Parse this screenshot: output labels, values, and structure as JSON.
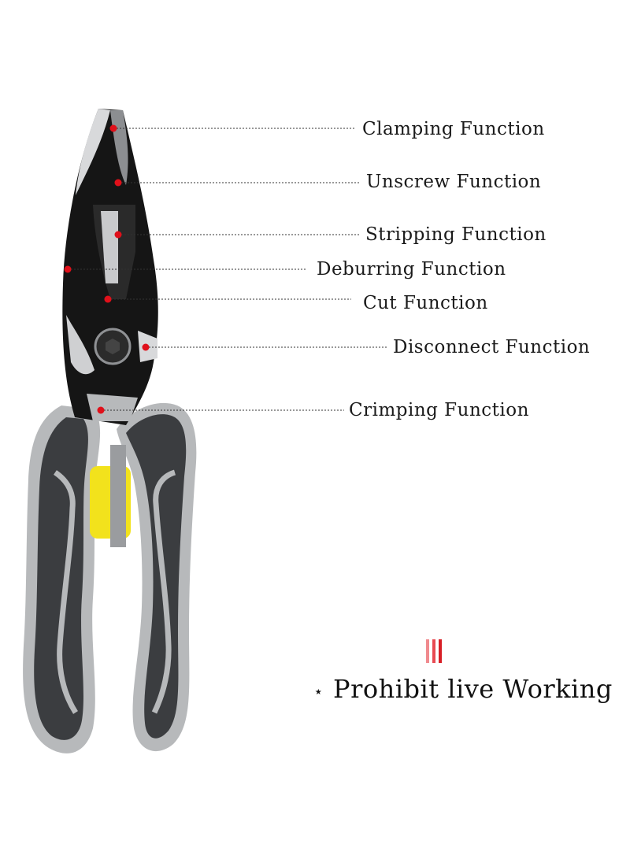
{
  "callouts": [
    {
      "id": "clamping",
      "label": "Clamping Function"
    },
    {
      "id": "unscrew",
      "label": "Unscrew Function"
    },
    {
      "id": "stripping",
      "label": "Stripping Function"
    },
    {
      "id": "deburring",
      "label": "Deburring Function"
    },
    {
      "id": "cut",
      "label": "Cut Function"
    },
    {
      "id": "disconnect",
      "label": "Disconnect Function"
    },
    {
      "id": "crimping",
      "label": "Crimping Function"
    }
  ],
  "warning": {
    "symbol": "⋆",
    "text": "Prohibit live Working"
  },
  "colors": {
    "marker": "#e0101a",
    "leader": "#333333",
    "handle_dark": "#3b3d40",
    "handle_light": "#b7b9bb",
    "jaw_black": "#151515",
    "steel": "#d8d9db",
    "spring_yellow": "#f2e21c",
    "bar_red": "#d81f26",
    "bar_pink": "#f08a8e"
  }
}
